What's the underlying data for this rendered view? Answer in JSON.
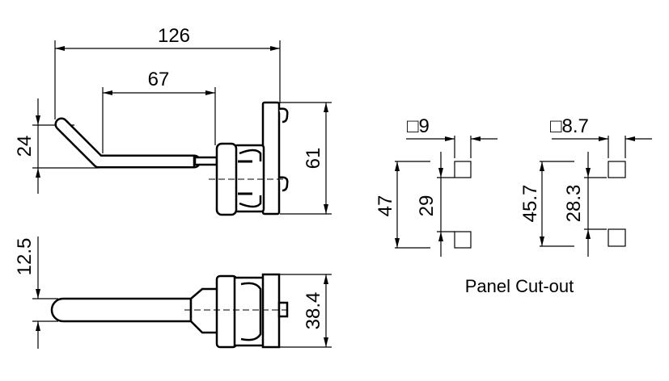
{
  "dimensions": {
    "overall_length": "126",
    "handle_length": "67",
    "handle_offset": "24",
    "height": "61",
    "handle_diameter": "12.5",
    "width": "38.4"
  },
  "cutout_a": {
    "square": "□9",
    "outer": "47",
    "inner": "29"
  },
  "cutout_b": {
    "square": "□8.7",
    "outer": "45.7",
    "inner": "28.3"
  },
  "caption": "Panel Cut-out"
}
